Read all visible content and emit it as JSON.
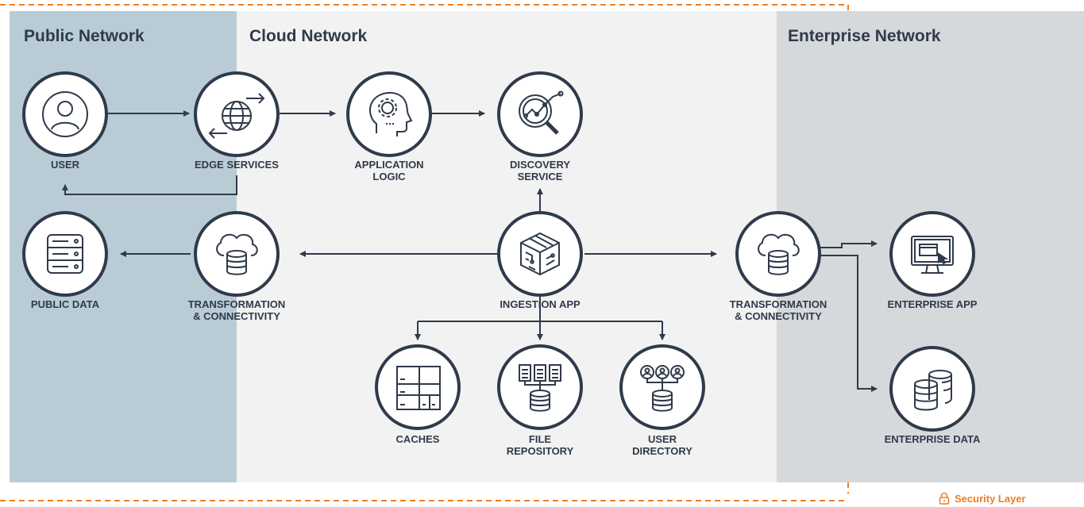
{
  "zones": {
    "public": "Public Network",
    "cloud": "Cloud Network",
    "enterprise": "Enterprise Network"
  },
  "nodes": {
    "user": "USER",
    "edge_services": "EDGE SERVICES",
    "application_logic_1": "APPLICATION",
    "application_logic_2": "LOGIC",
    "discovery_service_1": "DISCOVERY",
    "discovery_service_2": "SERVICE",
    "public_data": "PUBLIC DATA",
    "transformation_public_1": "TRANSFORMATION",
    "transformation_public_2": "& CONNECTIVITY",
    "ingestion_app": "INGESTION APP",
    "transformation_enterprise_1": "TRANSFORMATION",
    "transformation_enterprise_2": "& CONNECTIVITY",
    "enterprise_app": "ENTERPRISE APP",
    "caches": "CACHES",
    "file_repository_1": "FILE",
    "file_repository_2": "REPOSITORY",
    "user_directory_1": "USER",
    "user_directory_2": "DIRECTORY",
    "enterprise_data": "ENTERPRISE DATA"
  },
  "legend": {
    "security_layer": "Security Layer"
  },
  "colors": {
    "public_zone": "#b9ccd6",
    "cloud_zone": "#f2f2f2",
    "enterprise_zone": "#d6d9dc",
    "node_stroke": "#2f3a4a",
    "security_orange": "#ee7d23"
  },
  "icons": {
    "user": "user-avatar-icon",
    "edge_services": "globe-arrows-icon",
    "application_logic": "head-gear-icon",
    "discovery_service": "magnifier-chart-icon",
    "public_data": "server-stack-icon",
    "transformation": "cloud-database-icon",
    "ingestion_app": "circuit-cube-icon",
    "enterprise_app": "monitor-window-icon",
    "caches": "cache-grid-icon",
    "file_repository": "files-to-database-icon",
    "user_directory": "users-to-database-icon",
    "enterprise_data": "database-stack-icon",
    "security": "padlock-icon"
  }
}
